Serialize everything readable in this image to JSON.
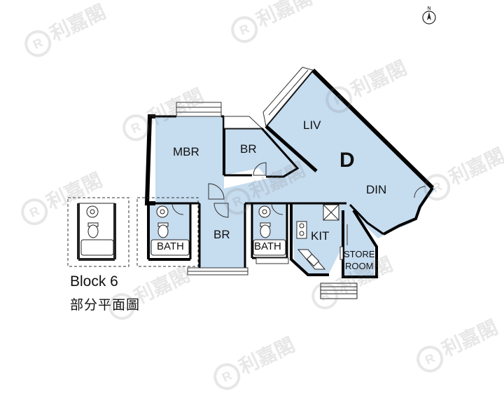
{
  "rooms": {
    "liv": "LIV",
    "din": "DIN",
    "mbr": "MBR",
    "br1": "BR",
    "br2": "BR",
    "kit": "KIT",
    "store_line1": "STORE",
    "store_line2": "ROOM",
    "bath1": "BATH",
    "bath2": "BATH"
  },
  "unit_letter": "D",
  "caption": {
    "block": "Block 6",
    "subtitle": "部分平面圖"
  },
  "compass": {
    "label": "N"
  },
  "watermark": {
    "text": "利嘉閣",
    "ring": "R"
  },
  "colors": {
    "room_fill": "#c6dcef",
    "wall": "#000000",
    "line": "#555555"
  }
}
